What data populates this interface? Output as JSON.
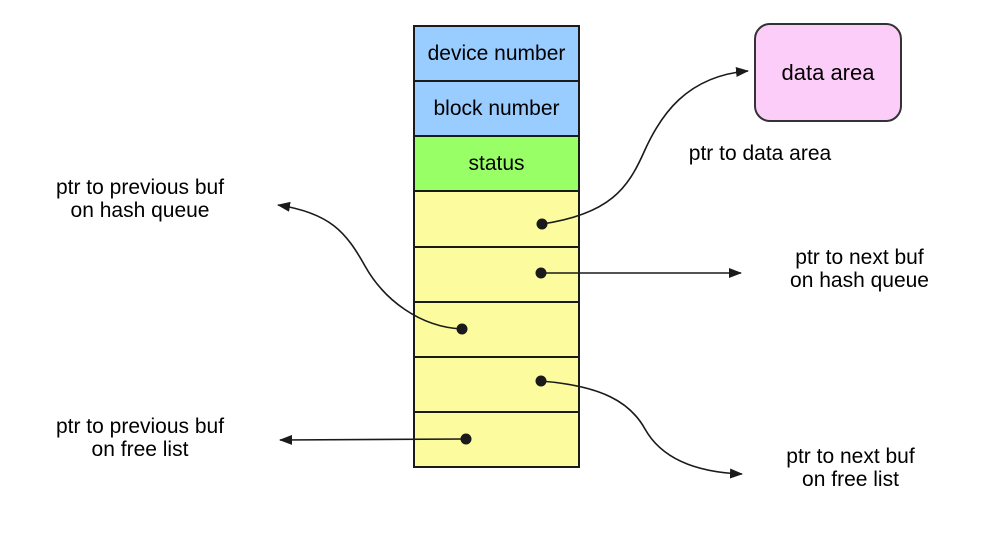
{
  "diagram": {
    "buffer_header": {
      "rows": [
        {
          "label": "device number",
          "type": "blue"
        },
        {
          "label": "block number",
          "type": "blue"
        },
        {
          "label": "status",
          "type": "green"
        },
        {
          "label": "",
          "type": "yellow"
        },
        {
          "label": "",
          "type": "yellow"
        },
        {
          "label": "",
          "type": "yellow"
        },
        {
          "label": "",
          "type": "yellow"
        },
        {
          "label": "",
          "type": "yellow"
        }
      ]
    },
    "data_area": {
      "label": "data area"
    },
    "labels": {
      "ptr_data_area": {
        "text": "ptr to data area"
      },
      "prev_hash": {
        "line1": "ptr to previous buf",
        "line2": "on hash queue"
      },
      "next_hash": {
        "line1": "ptr to next buf",
        "line2": "on hash queue"
      },
      "prev_free": {
        "line1": "ptr to previous buf",
        "line2": "on free list"
      },
      "next_free": {
        "line1": "ptr to next buf",
        "line2": "on free list"
      }
    }
  },
  "colors": {
    "cell-blue": "#99ccff",
    "cell-green": "#99ff66",
    "cell-yellow": "#fcfc9e",
    "box-pink": "#fdcdfa",
    "line": "#1a1a1a"
  }
}
